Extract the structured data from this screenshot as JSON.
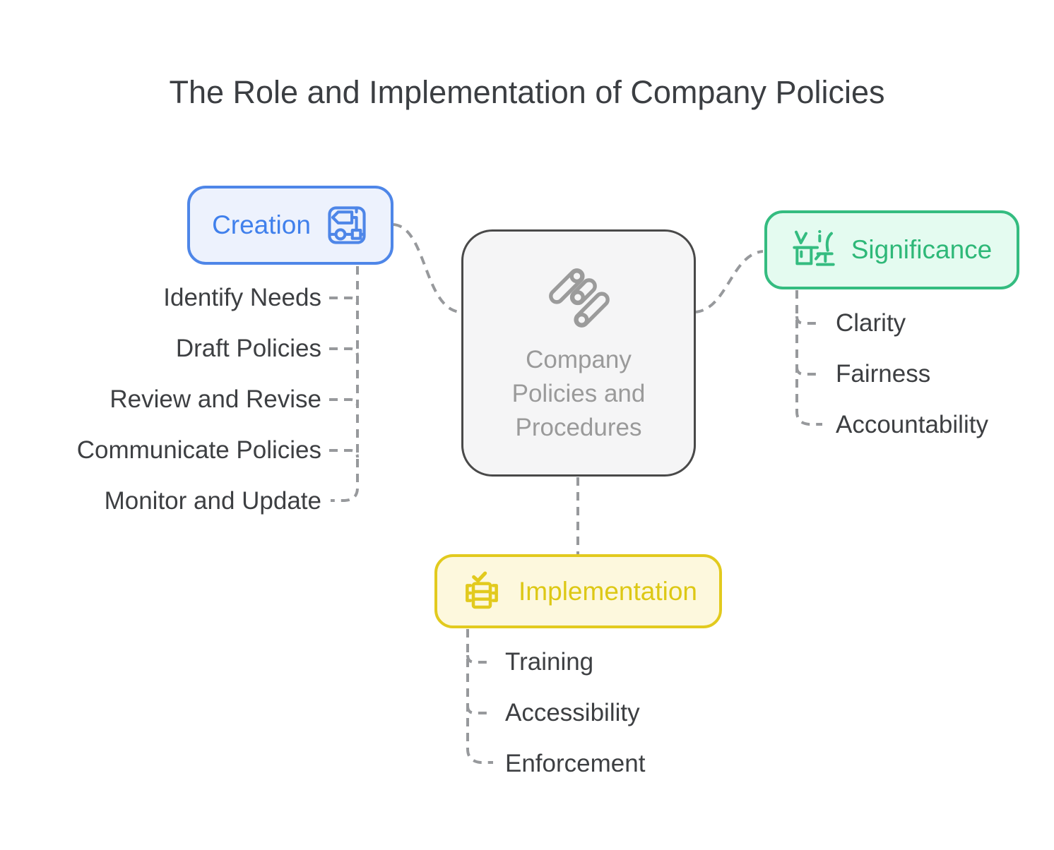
{
  "title": "The Role and Implementation of Company Policies",
  "center": {
    "label": "Company Policies and Procedures",
    "icon": "diagonal-capsules-icon",
    "border_color": "#494949",
    "background": "#f5f5f6",
    "text_color": "#9a9a9a"
  },
  "branches": {
    "creation": {
      "label": "Creation",
      "icon": "flowchart-schema-icon",
      "accent": "#4e86e8",
      "background": "#edf2fd",
      "items": [
        "Identify Needs",
        "Draft Policies",
        "Review and Revise",
        "Communicate Policies",
        "Monitor and Update"
      ]
    },
    "significance": {
      "label": "Significance",
      "icon": "desk-workspace-icon",
      "accent": "#34bc80",
      "background": "#e4fbf0",
      "items": [
        "Clarity",
        "Fairness",
        "Accountability"
      ]
    },
    "implementation": {
      "label": "Implementation",
      "icon": "checklist-stack-icon",
      "accent": "#e2ca1e",
      "background": "#fdf8dd",
      "items": [
        "Training",
        "Accessibility",
        "Enforcement"
      ]
    }
  },
  "colors": {
    "connector": "#97999c",
    "item_text": "#3d3f42",
    "title_text": "#3b3e42"
  }
}
